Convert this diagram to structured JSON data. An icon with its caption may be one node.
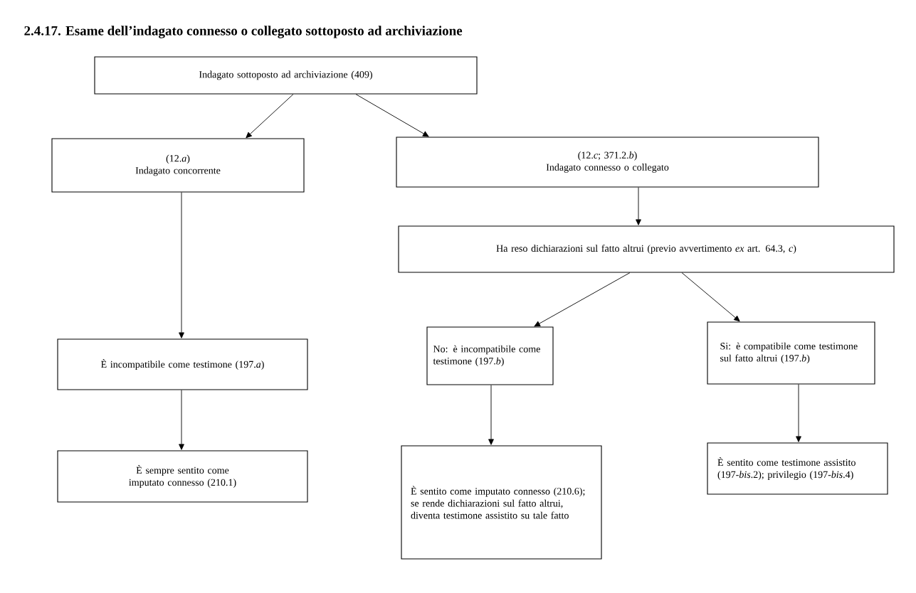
{
  "diagram": {
    "title": "2.4.17. Esame dell’indagato connesso o collegato sottoposto ad archiviazione",
    "nodes": [
      {
        "text": [
          "Indagato sottoposto ad archiviazione (409)"
        ]
      },
      {
        "text": [
          "(12.*a*)",
          "Indagato concorrente"
        ]
      },
      {
        "text": [
          "(12.*c*; 371.2.*b*)",
          "Indagato connesso o collegato"
        ]
      },
      {
        "text": [
          "Ha reso dichiarazioni sul fatto altrui (previo avvertimento *ex* art. 64.3, *c*)"
        ]
      },
      {
        "text": [
          "È incompatibile come testimone (197.*a*)"
        ]
      },
      {
        "text": [
          "No: è incompatibile come testimone (197.*b*)"
        ]
      },
      {
        "text": [
          "Si: è compatibile come testimone sul fatto altrui (197.*b*)"
        ]
      },
      {
        "text": [
          "È sempre sentito come imputato connesso (210.1)"
        ]
      },
      {
        "text": [
          "È sentito come imputato connesso (210.6); se rende dichiarazioni sul fatto altrui, diventa testimone assistito su tale fatto"
        ]
      },
      {
        "text": [
          "È sentito come testimone assistito (197-*bis*.2); privilegio (197-*bis*.4)"
        ]
      }
    ],
    "edges": [
      {
        "from": 0,
        "to": 1,
        "arrow": "to"
      },
      {
        "from": 0,
        "to": 2,
        "arrow": "to"
      },
      {
        "from": 1,
        "to": 4,
        "arrow": "to"
      },
      {
        "from": 2,
        "to": 3,
        "arrow": "to"
      },
      {
        "from": 3,
        "to": 5,
        "arrow": "to"
      },
      {
        "from": 3,
        "to": 6,
        "arrow": "to"
      },
      {
        "from": 4,
        "to": 7,
        "arrow": "to"
      },
      {
        "from": 5,
        "to": 8,
        "arrow": "to"
      },
      {
        "from": 6,
        "to": 9,
        "arrow": "to"
      }
    ]
  }
}
